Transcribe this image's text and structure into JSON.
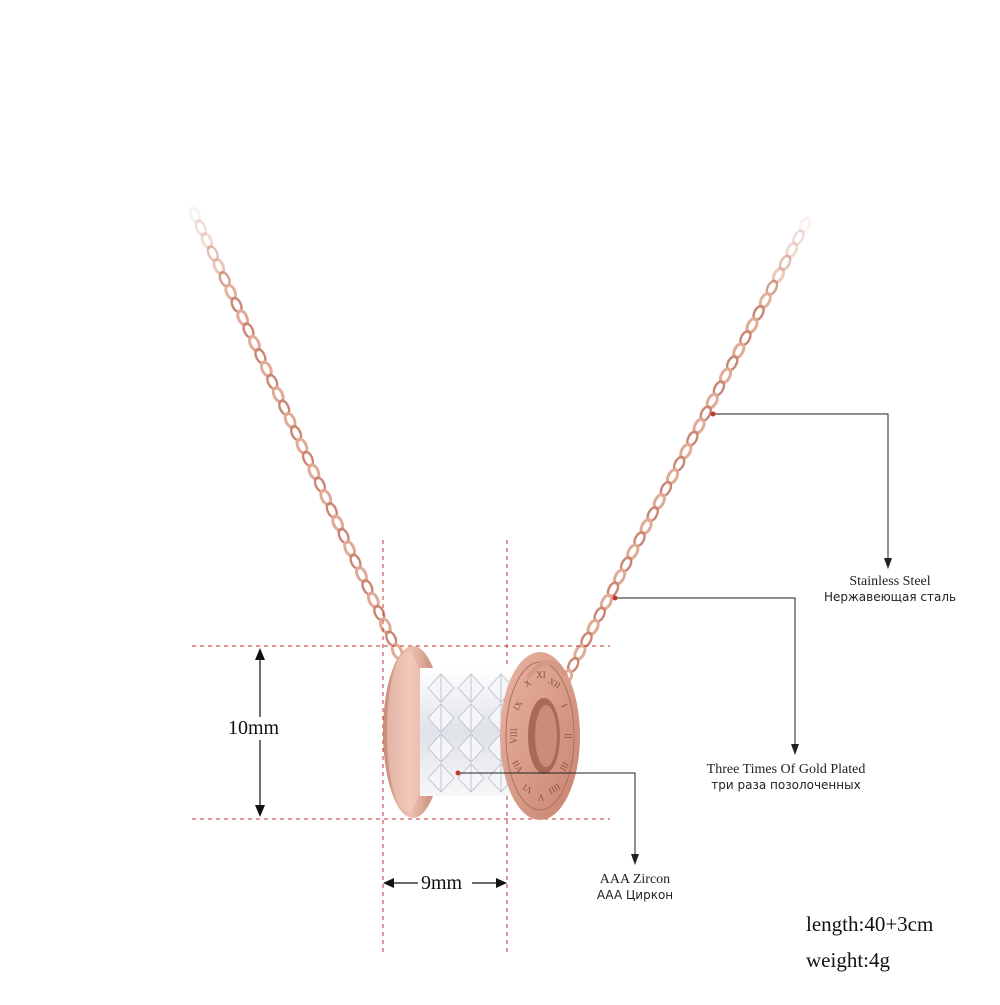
{
  "callouts": {
    "steel": {
      "en": "Stainless Steel",
      "ru": "Нержавеющая сталь"
    },
    "plating": {
      "en": "Three Times Of Gold Plated",
      "ru": "три раза позолоченных"
    },
    "zircon": {
      "en": "AAA Zircon",
      "ru": "AAA Циркон"
    }
  },
  "dimensions": {
    "height": "10mm",
    "width": "9mm"
  },
  "specs": {
    "length": "length:40+3cm",
    "weight": "weight:4g"
  },
  "pendant_numerals": [
    "XI",
    "XII",
    "I",
    "II",
    "III",
    "IIII",
    "V",
    "VI",
    "VII",
    "VIII",
    "IX",
    "X"
  ],
  "colors": {
    "rose_gold": "#d9a08c",
    "rose_gold_dark": "#b87866",
    "guide_red": "#c0392b",
    "leader_line": "#222222",
    "crystal": "#eef0f4"
  }
}
